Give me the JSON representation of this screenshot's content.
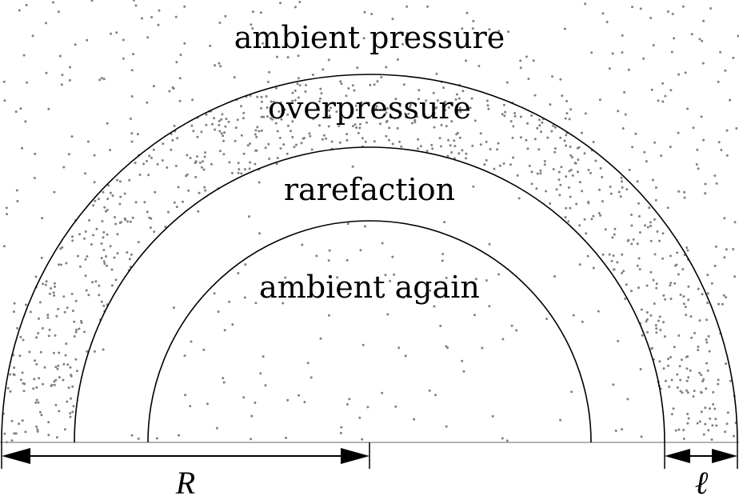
{
  "regions": {
    "ambient_pressure": "ambient pressure",
    "overpressure": "overpressure",
    "rarefaction": "rarefaction",
    "ambient_again": "ambient again"
  },
  "dimensions": {
    "radius_label": "R",
    "thickness_label": "ℓ"
  },
  "colors": {
    "particles": "#808080",
    "lines": "#000000",
    "baseline": "#999999"
  }
}
